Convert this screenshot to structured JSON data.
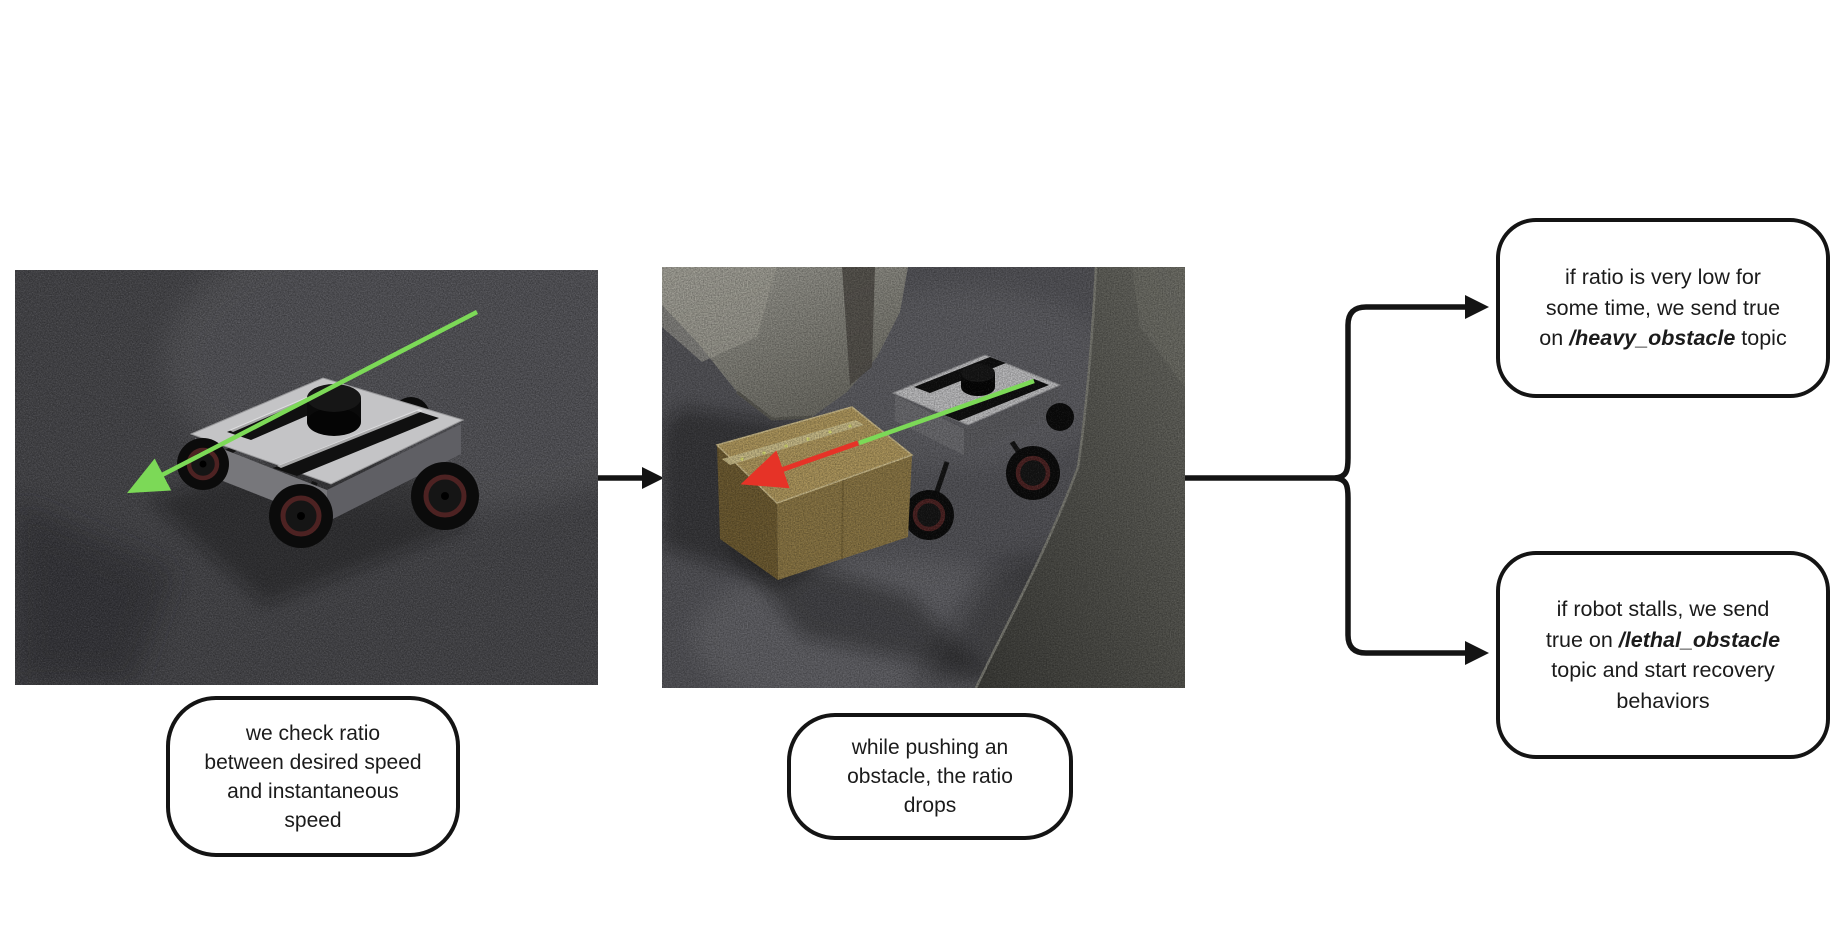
{
  "captions": {
    "left": {
      "l1": "we check ratio",
      "l2": "between desired speed",
      "l3": "and instantaneous",
      "l4": "speed"
    },
    "middle": {
      "l1": "while pushing an",
      "l2": "obstacle, the ratio",
      "l3": "drops"
    }
  },
  "outcomes": {
    "heavy": {
      "l1": "if ratio is very low for",
      "l2": "some time, we send true",
      "l3a": "on ",
      "topic": "/heavy_obstacle",
      "l3b": " topic"
    },
    "lethal": {
      "l1": "if robot stalls, we send",
      "l2a": "true on ",
      "topic": "/lethal_obstacle",
      "l3": "topic and start recovery",
      "l4": "behaviors"
    }
  },
  "colors": {
    "connector": "#141414",
    "box_border": "#141414",
    "text": "#1b1b1b",
    "desired_speed_arrow": "#7cd957",
    "instantaneous_speed_arrow": "#e63327",
    "cardboard_box": "#b29a5e",
    "asphalt": "#47474a",
    "concrete": "#96958d"
  }
}
